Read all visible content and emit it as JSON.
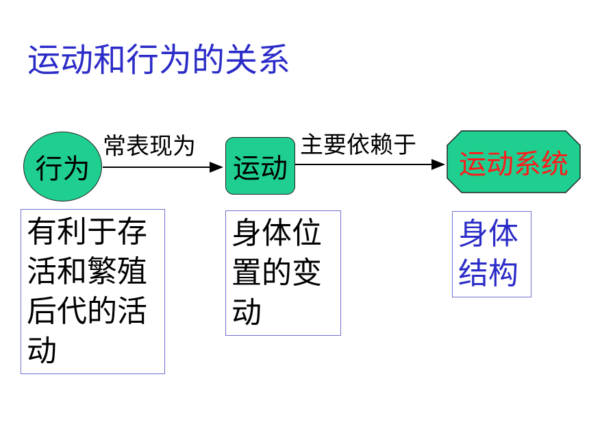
{
  "title": "运动和行为的关系",
  "nodes": {
    "behavior": "行为",
    "movement": "运动",
    "system": "运动系统"
  },
  "edges": {
    "behavior_to_movement": "常表现为",
    "movement_to_system": "主要依赖于"
  },
  "notes": {
    "behavior": [
      "有利于存",
      "活和繁殖",
      "后代的活",
      "动"
    ],
    "movement": [
      "身体位",
      "置的变",
      "动"
    ],
    "system": [
      "身体",
      "结构"
    ]
  },
  "colors": {
    "title": "#2b2bc8",
    "node_fill": "#1fcf8f",
    "system_text": "#ff1a1a",
    "system_note_text": "#2b2bc8",
    "note_border": "#6f6fd0"
  }
}
